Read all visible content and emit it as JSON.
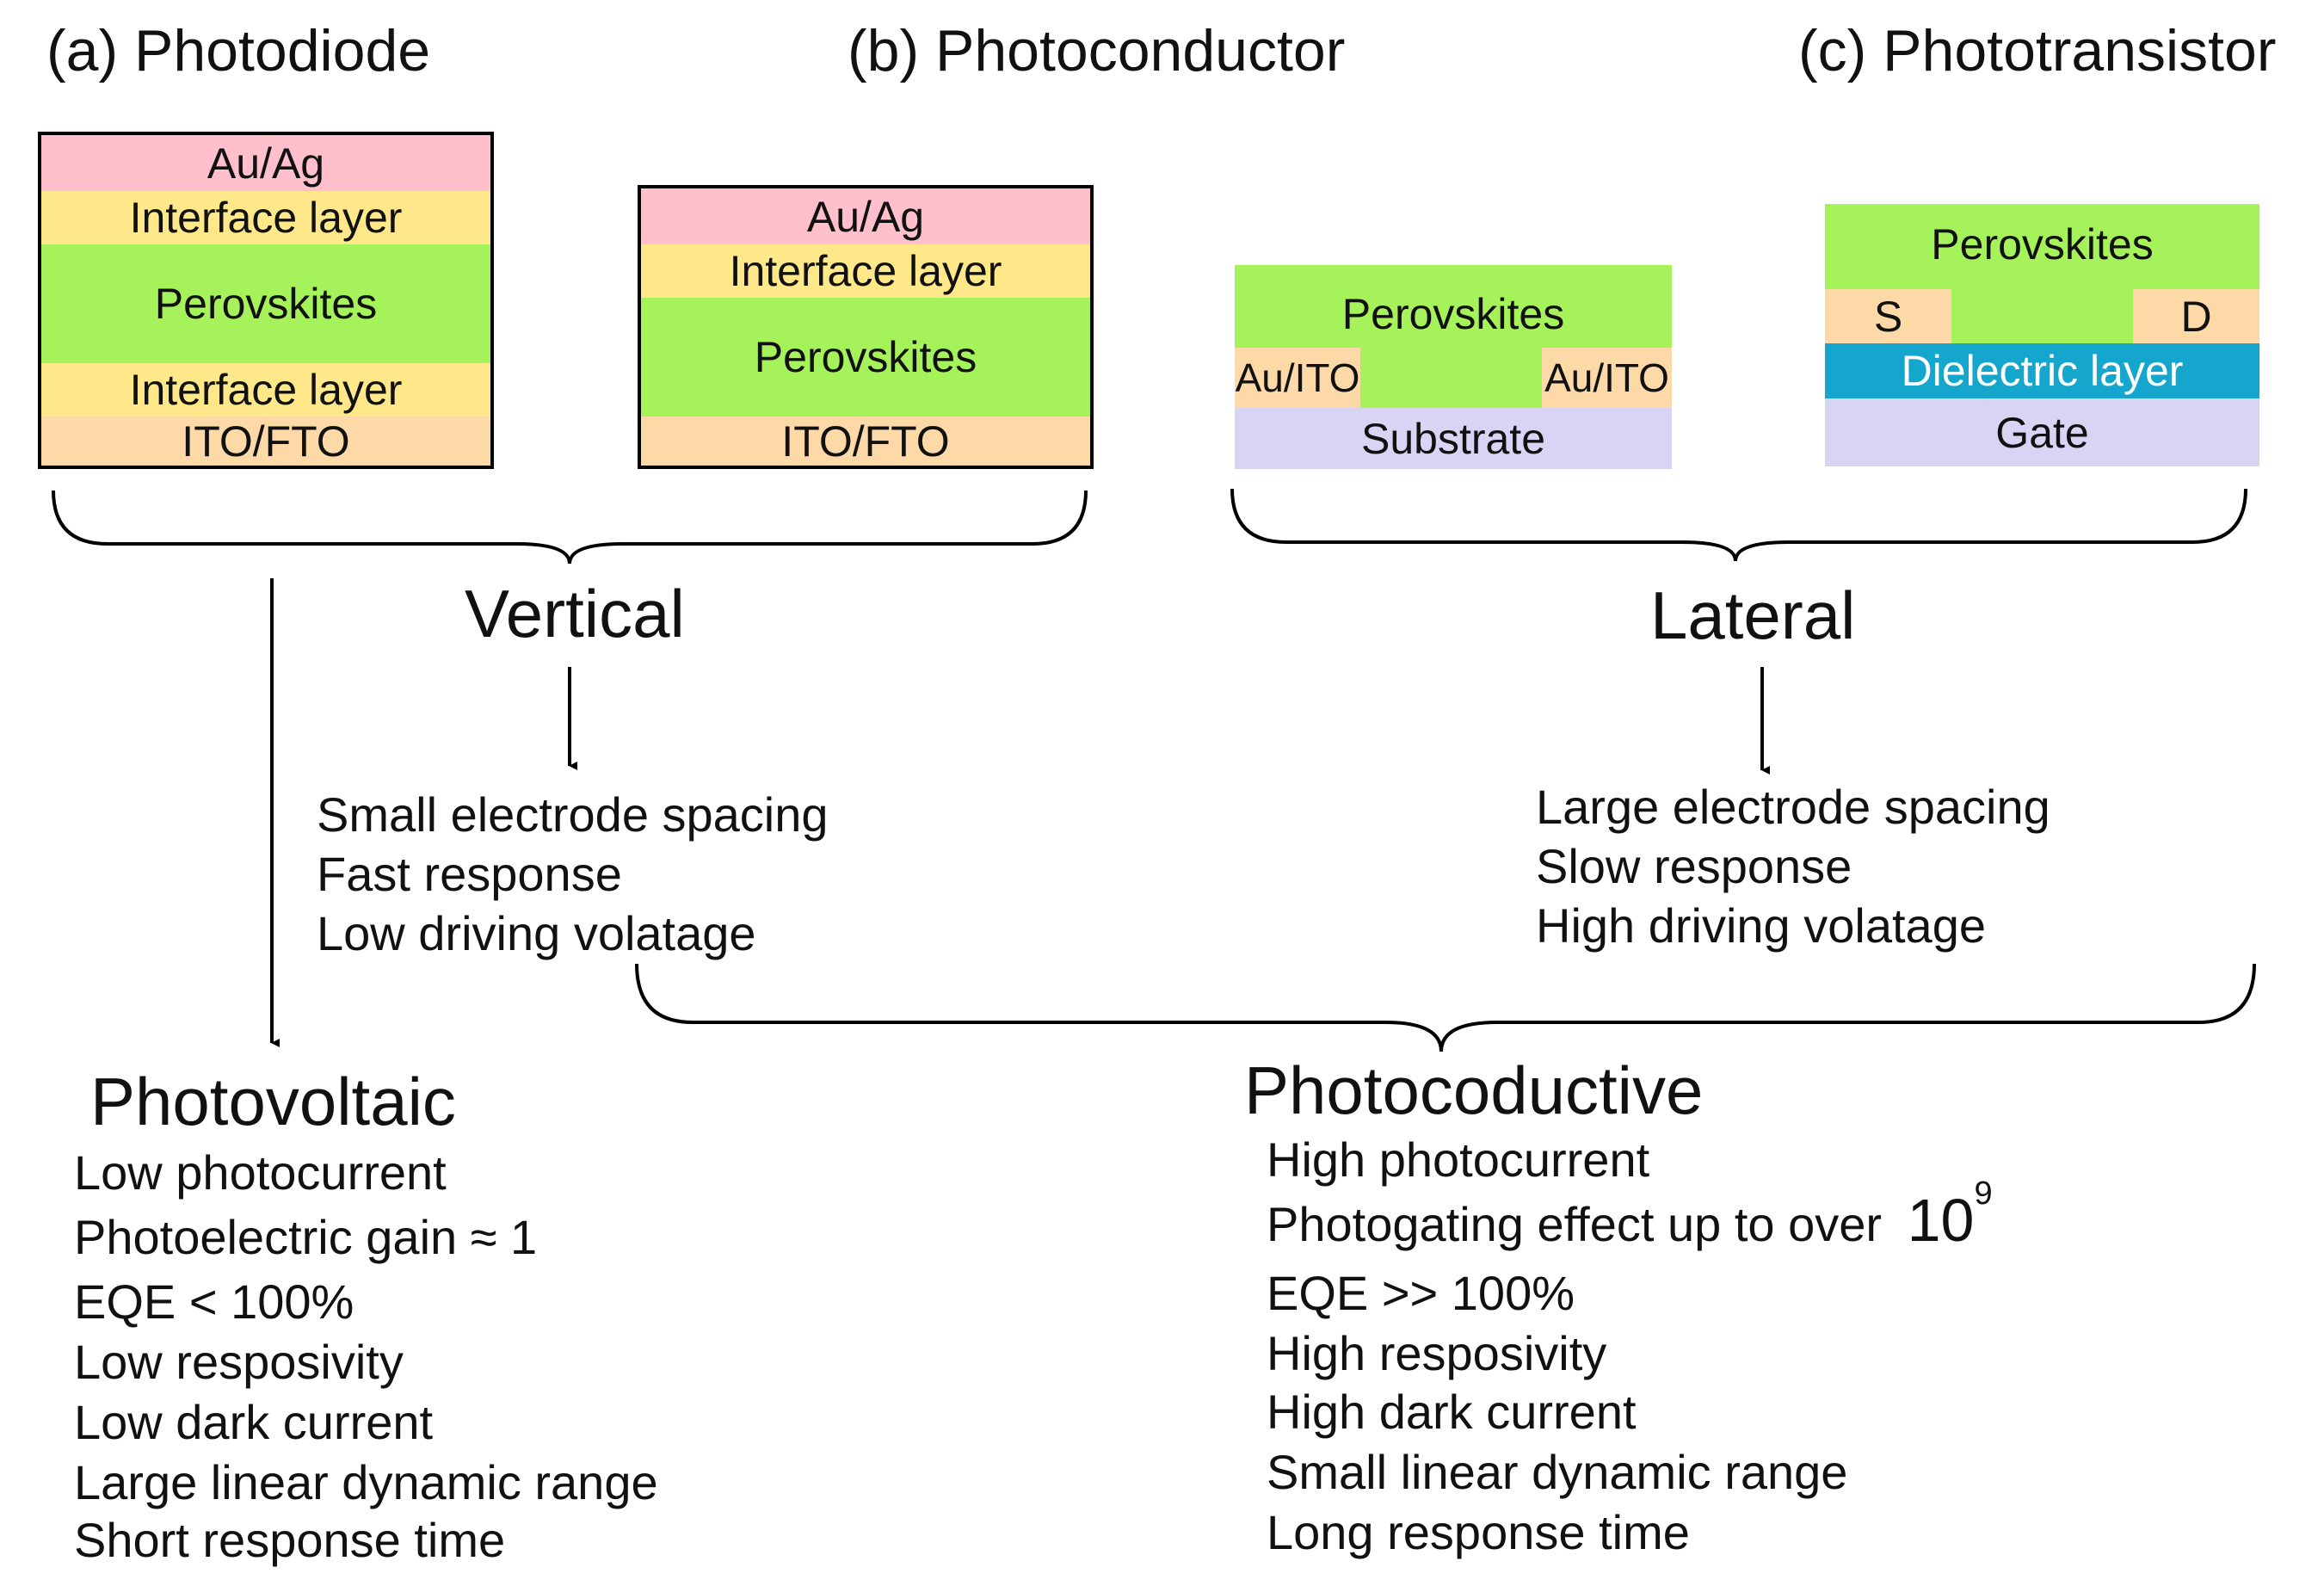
{
  "titles": {
    "a": "(a) Photodiode",
    "b": "(b) Photoconductor",
    "c": "(c) Phototransistor"
  },
  "devices": {
    "photodiode": {
      "layers": [
        "Au/Ag",
        "Interface layer",
        "Perovskites",
        "Interface layer",
        "ITO/FTO"
      ]
    },
    "photoconductor_vertical": {
      "layers": [
        "Au/Ag",
        "Interface layer",
        "Perovskites",
        "ITO/FTO"
      ]
    },
    "photoconductor_lateral": {
      "top": "Perovskites",
      "left_electrode": "Au/ITO",
      "right_electrode": "Au/ITO",
      "base": "Substrate"
    },
    "phototransistor": {
      "top": "Perovskites",
      "source": "S",
      "drain": "D",
      "dielectric": "Dielectric layer",
      "gate": "Gate"
    }
  },
  "colors": {
    "au_ag": "#ffc0cb",
    "interface": "#ffe88a",
    "perovskite": "#a6f25a",
    "ito": "#fdd9a8",
    "substrate": "#d8d4f4",
    "dielectric": "#14a6cc"
  },
  "vertical": {
    "heading": "Vertical",
    "items": [
      "Small electrode spacing",
      "Fast response",
      "Low driving volatage"
    ]
  },
  "lateral": {
    "heading": "Lateral",
    "items": [
      "Large electrode spacing",
      "Slow response",
      "High driving volatage"
    ]
  },
  "photovoltaic": {
    "heading": "Photovoltaic",
    "items": [
      "Low photocurrent",
      "Photoelectric gain ≈ 1",
      "EQE < 100%",
      "Low resposivity",
      "Low dark current",
      "Large linear dynamic range",
      "Short response time"
    ]
  },
  "photoconductive": {
    "heading": "Photocoductive",
    "items": [
      "High photocurrent",
      "Photogating effect up to over",
      "EQE >> 100%",
      "High resposivity",
      "High dark current",
      "Small linear dynamic range",
      "Long response time"
    ],
    "gain_base": "10",
    "gain_exponent": "9"
  }
}
